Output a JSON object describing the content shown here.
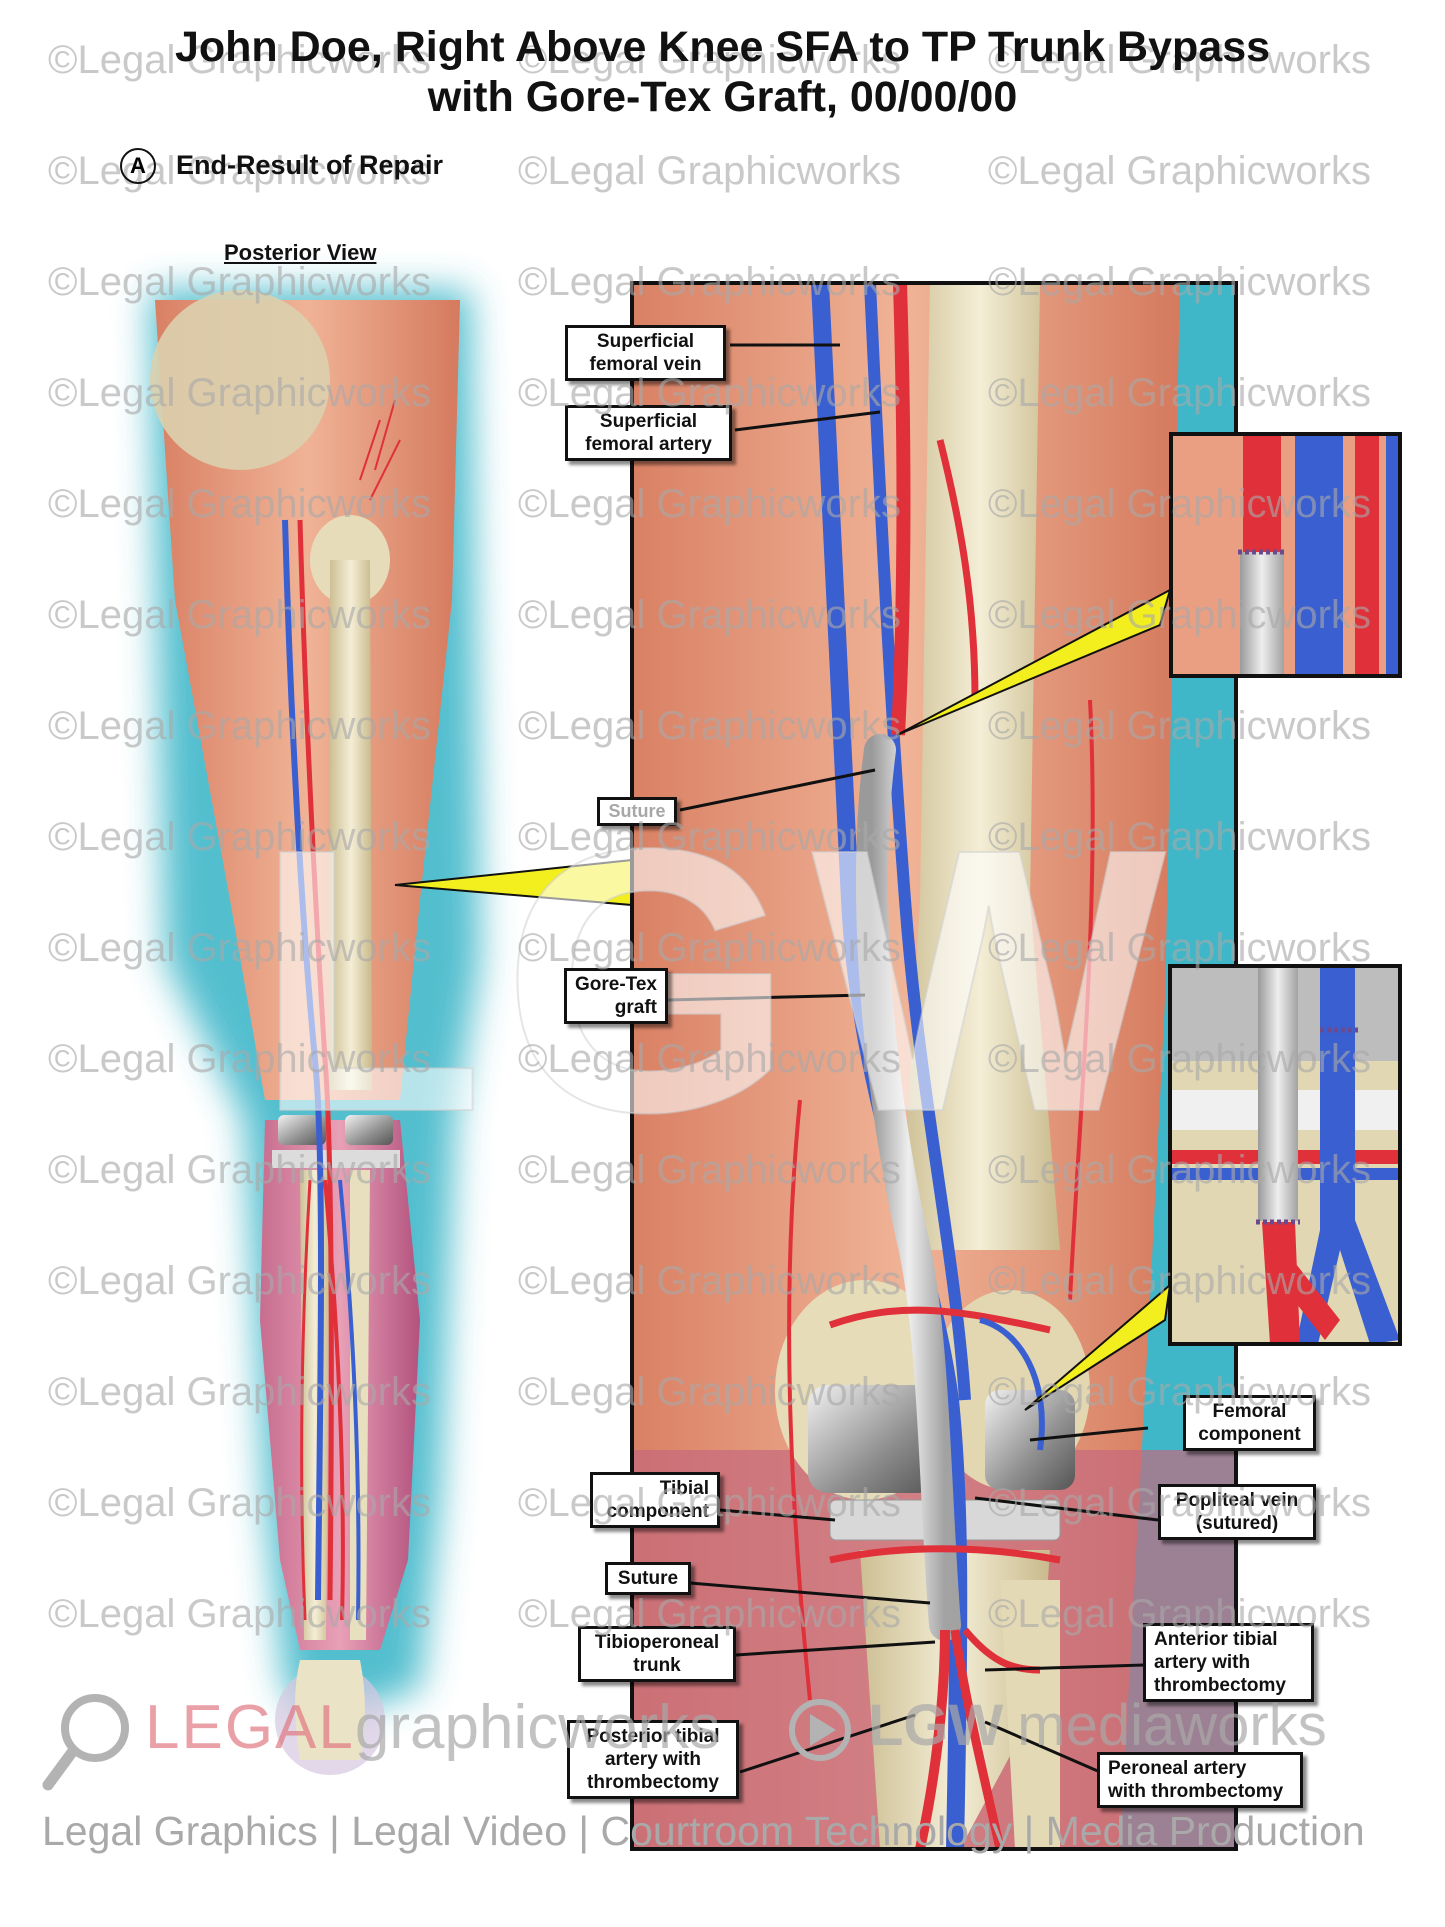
{
  "title": {
    "line1": "John Doe, Right Above Knee SFA to TP Trunk Bypass",
    "line2": "with Gore-Tex Graft, 00/00/00"
  },
  "section": {
    "marker": "A",
    "heading": "End-Result of Repair"
  },
  "posterior_view_label": "Posterior View",
  "labels": {
    "superficial_femoral_vein": "Superficial\nfemoral vein",
    "superficial_femoral_artery": "Superficial\nfemoral artery",
    "suture_upper": "Suture",
    "gore_tex_graft": "Gore-Tex\ngraft",
    "femoral_component": "Femoral\ncomponent",
    "tibial_component": "Tibial\ncomponent",
    "popliteal_vein": "Popliteal vein\n(sutured)",
    "suture_lower": "Suture",
    "tibioperoneal_trunk": "Tibioperoneal\ntrunk",
    "anterior_tibial": "Anterior tibial\nartery with\nthrombectomy",
    "posterior_tibial": "Posterior tibial\nartery with\nthrombectomy",
    "peroneal_artery": "Peroneal artery\nwith thrombectomy"
  },
  "watermark": "©Legal Graphicworks",
  "logo": {
    "text_legal": "LEGAL",
    "text_graphicworks": "graphicworks",
    "text_lgw": "LGW",
    "text_mediaworks": "mediaworks",
    "big_letters": "LGW"
  },
  "footer": "Legal Graphics | Legal Video | Courtroom Technology | Media Production",
  "colors": {
    "artery": "#e0303a",
    "vein": "#3a5fd0",
    "graft": "#c8c8c8",
    "muscle": "#e9a586",
    "bone": "#eae2c4",
    "background_glow": "#3fb7c9",
    "pointer": "#f3ee1e"
  }
}
